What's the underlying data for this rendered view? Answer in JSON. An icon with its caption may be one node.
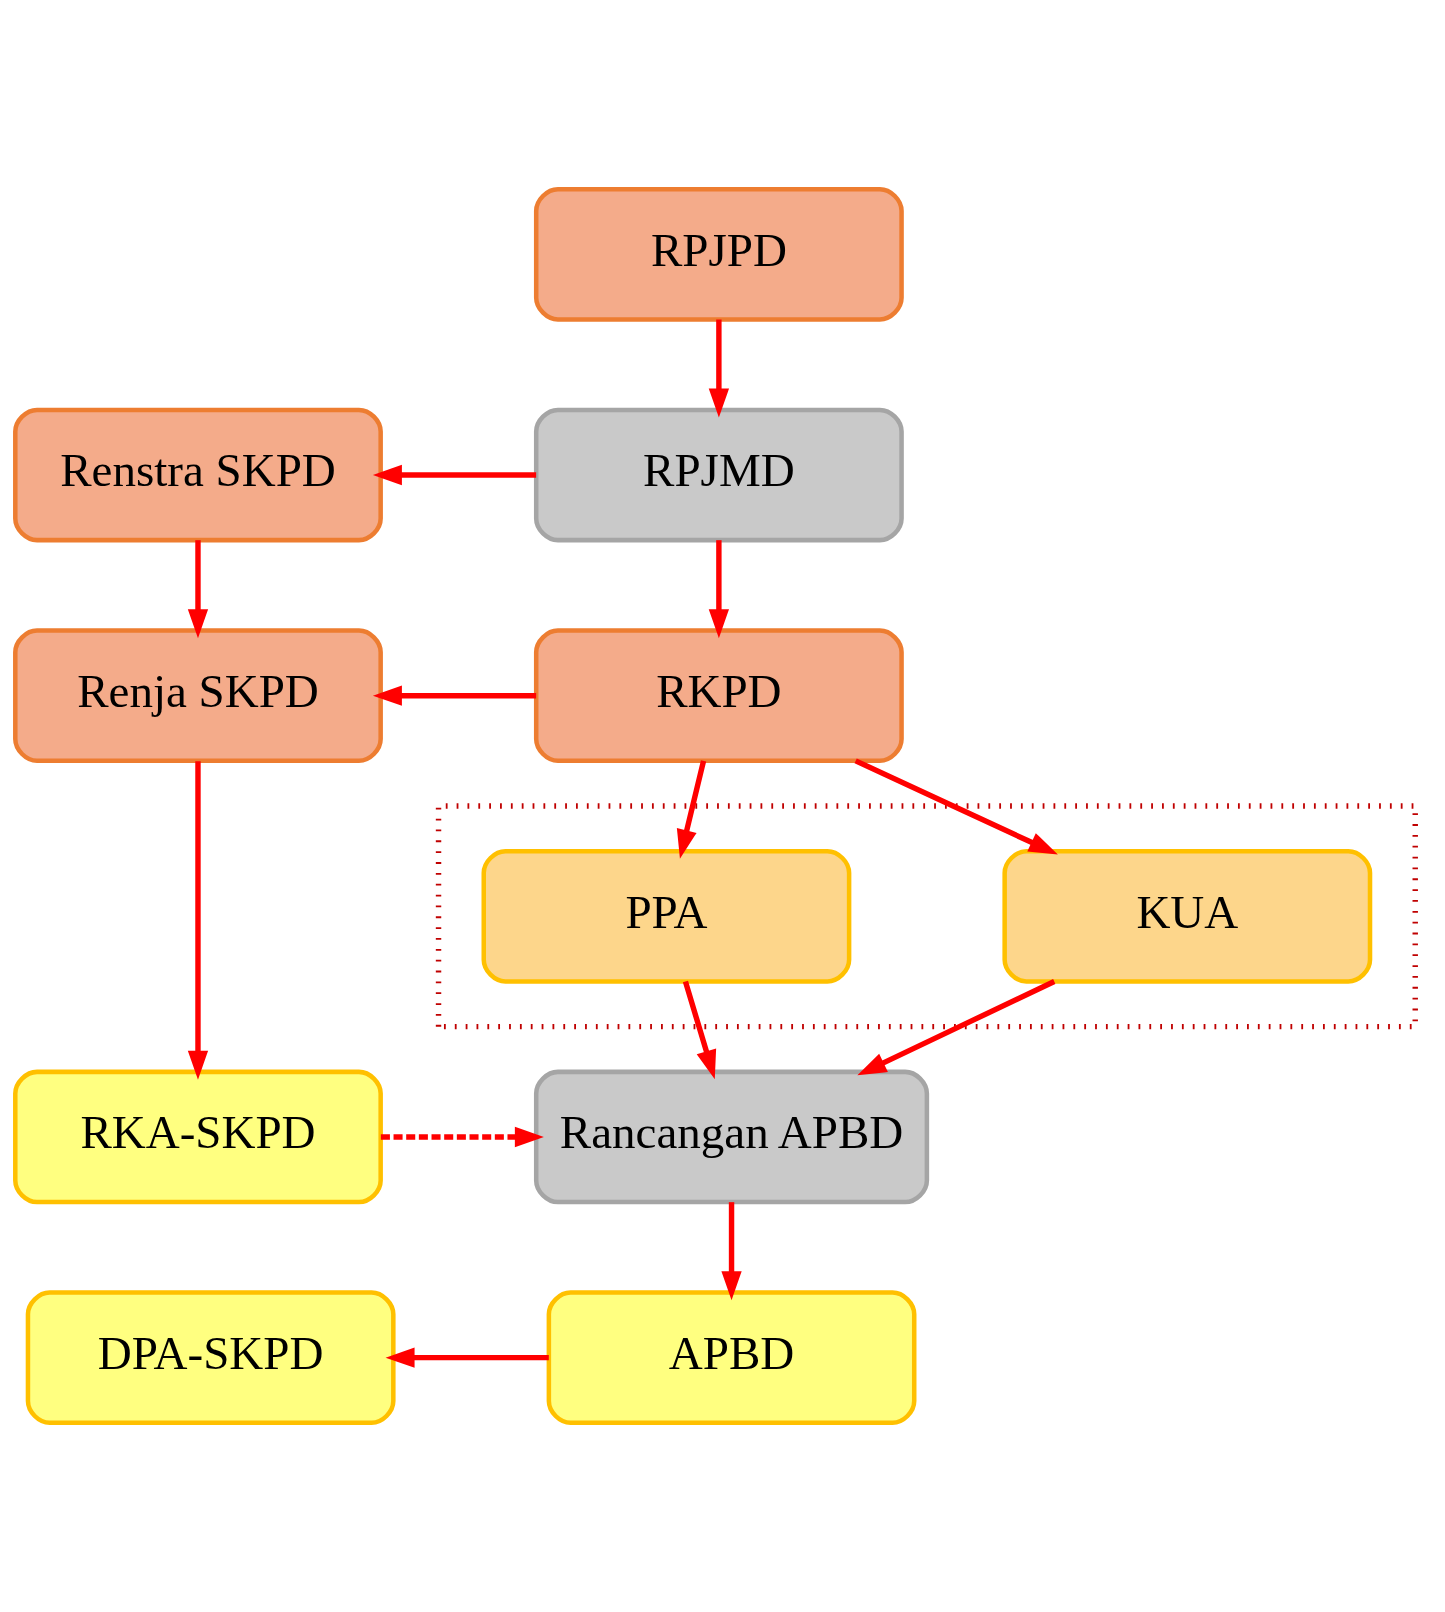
{
  "diagram": {
    "nodes": [
      {
        "text": [
          "RPJPD"
        ]
      },
      {
        "text": [
          "Renstra SKPD"
        ]
      },
      {
        "text": [
          "RPJMD"
        ]
      },
      {
        "text": [
          "Renja SKPD"
        ]
      },
      {
        "text": [
          "RKPD"
        ]
      },
      {
        "text": [],
        "shape": "box"
      },
      {
        "text": [
          "KUA"
        ],
        "in": 5
      },
      {
        "text": [
          "PPA"
        ],
        "in": 5
      },
      {
        "text": [
          "RKA-SKPD"
        ]
      },
      {
        "text": [
          "Rancangan APBD"
        ]
      },
      {
        "text": [
          "DPA-SKPD"
        ]
      },
      {
        "text": [
          "APBD"
        ]
      }
    ],
    "edges": [
      {
        "from": 0,
        "to": 2,
        "arrow": "to"
      },
      {
        "from": 2,
        "to": 1,
        "arrow": "to"
      },
      {
        "from": 2,
        "to": 4,
        "arrow": "to"
      },
      {
        "from": 1,
        "to": 3,
        "arrow": "to"
      },
      {
        "from": 4,
        "to": 3,
        "arrow": "to"
      },
      {
        "from": 4,
        "to": 6,
        "arrow": "to"
      },
      {
        "from": 4,
        "to": 7,
        "arrow": "to"
      },
      {
        "from": 3,
        "to": 8,
        "arrow": "to"
      },
      {
        "from": 6,
        "to": 9,
        "arrow": "to"
      },
      {
        "from": 7,
        "to": 9,
        "arrow": "to"
      },
      {
        "from": 8,
        "to": 9,
        "arrow": "to",
        "style": "dashed"
      },
      {
        "from": 9,
        "to": 11,
        "arrow": "to"
      },
      {
        "from": 11,
        "to": 10,
        "arrow": "to"
      }
    ]
  }
}
